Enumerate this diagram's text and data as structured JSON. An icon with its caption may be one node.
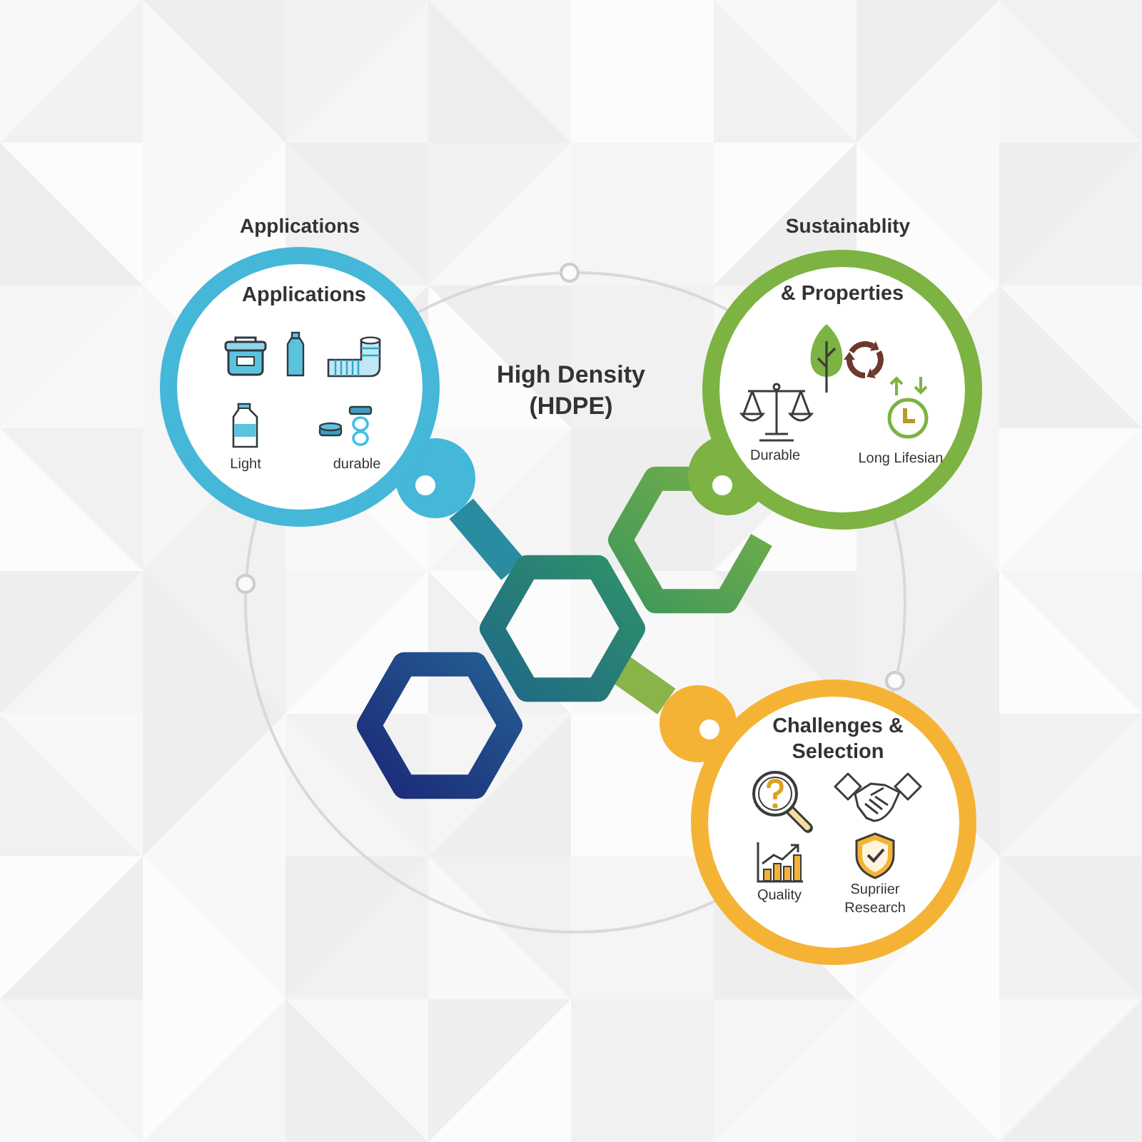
{
  "diagram": {
    "title": "High Density (HDPE)",
    "nodes": [
      {
        "text": [
          "Applications",
          "Applications",
          "Light",
          "durable"
        ]
      },
      {
        "text": [
          "Sustainablity",
          "& Properties",
          "Durable",
          "Long Lifesian"
        ]
      },
      {
        "text": [],
        "shape": "hexagon"
      },
      {
        "text": [],
        "shape": "hexagon"
      },
      {
        "text": [],
        "shape": "hexagon"
      },
      {
        "text": [
          "Challenges & Selection",
          "Quality",
          "Supriier Research"
        ]
      }
    ],
    "edges": [
      {
        "from": 0,
        "to": 3,
        "arrow": "none",
        "color": "#2a8ca0"
      },
      {
        "from": 3,
        "to": 5,
        "arrow": "none",
        "color": "#8ab34a"
      }
    ]
  }
}
